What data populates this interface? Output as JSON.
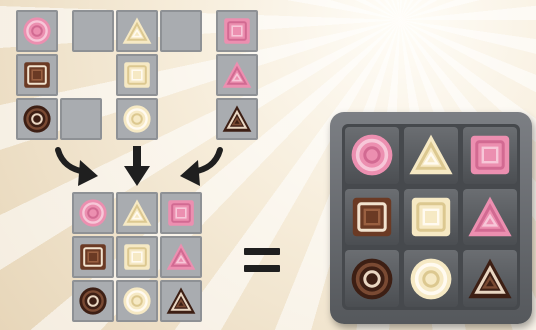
{
  "puzzle": {
    "top_pieces": {
      "left_column": [
        "pink-circle",
        null,
        null,
        "brown-square",
        null,
        null,
        "dark-circle",
        null,
        null
      ],
      "middle_column": [
        null,
        "white-triangle",
        null,
        null,
        "white-square",
        null,
        null,
        "white-circle",
        null
      ],
      "right_strip": [
        "pink-square",
        "pink-triangle",
        "dark-triangle"
      ]
    },
    "result_grid": [
      "pink-circle",
      "white-triangle",
      "pink-square",
      "brown-square",
      "white-square",
      "pink-triangle",
      "dark-circle",
      "white-circle",
      "dark-triangle"
    ],
    "tray_grid": [
      "pink-circle",
      "white-triangle",
      "pink-square",
      "brown-square",
      "white-square",
      "pink-triangle",
      "dark-circle",
      "white-circle",
      "dark-triangle"
    ]
  },
  "colors": {
    "pink": "#ec8fb0",
    "pink_light": "#f7c7d8",
    "cream": "#f6e9c4",
    "cream_light": "#fffaf0",
    "brown": "#6b3a24",
    "dark": "#3d1f14",
    "dark_light": "#7a4a33"
  }
}
